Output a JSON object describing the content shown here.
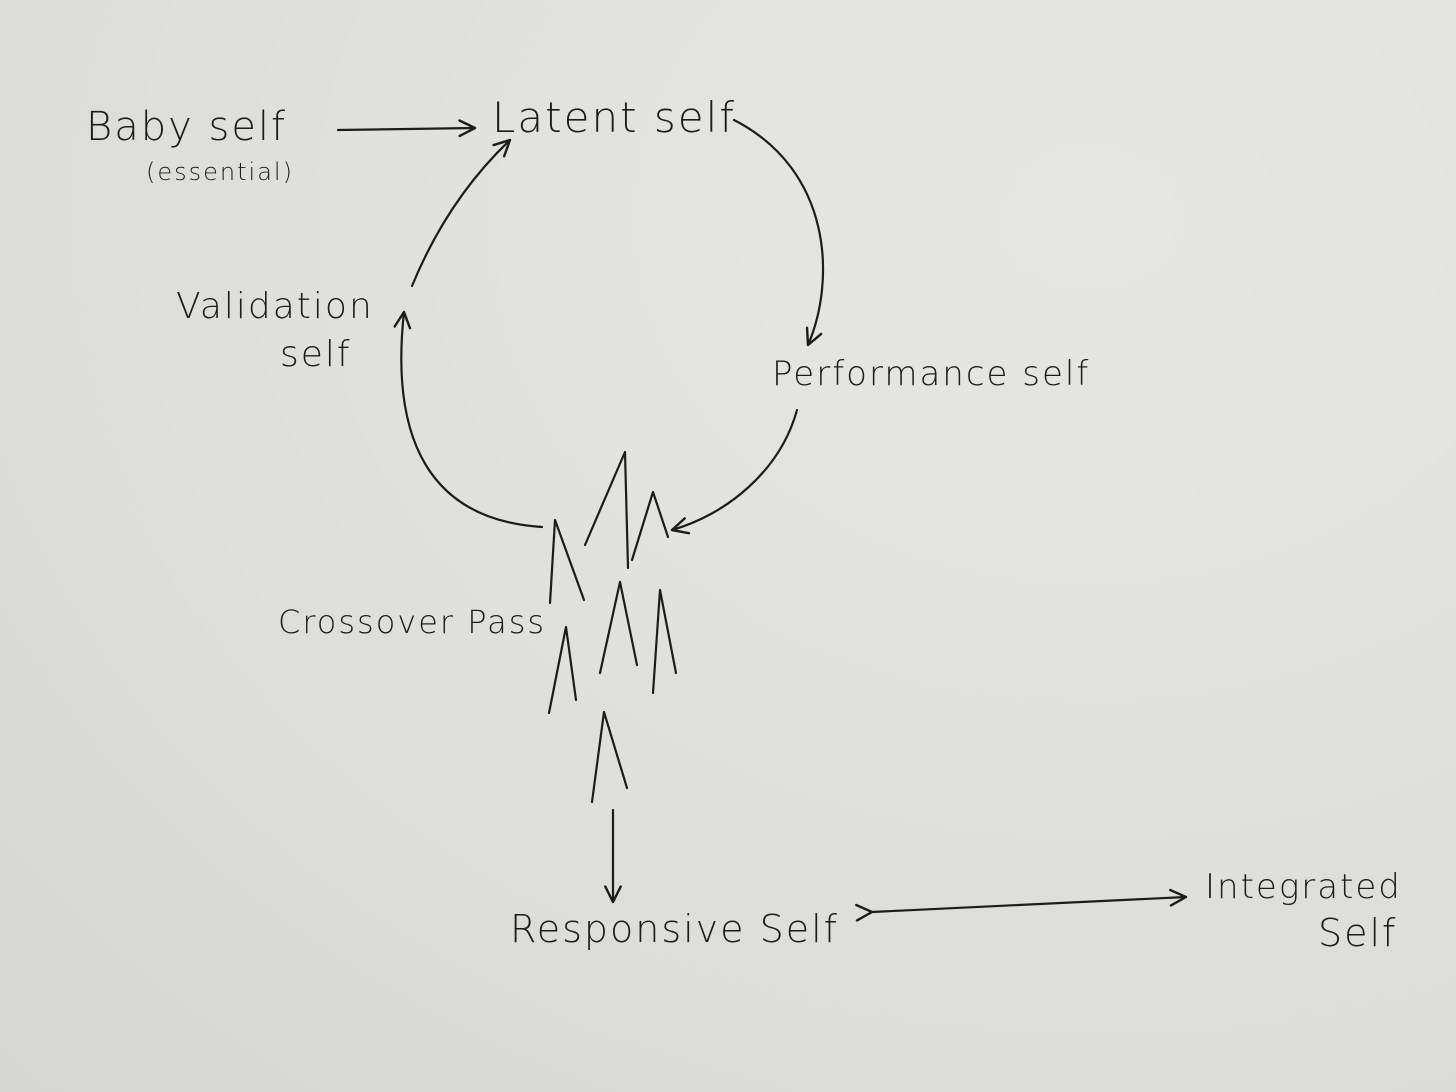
{
  "nodes": {
    "baby_self": "Baby self",
    "baby_self_note": "(essential)",
    "latent_self": "Latent self",
    "validation_self_line1": "Validation",
    "validation_self_line2": "self",
    "performance_self": "Performance self",
    "crossover_pass": "Crossover Pass",
    "responsive_self": "Responsive Self",
    "integrated_self_line1": "Integrated",
    "integrated_self_line2": "Self"
  },
  "edges": [
    {
      "from": "Baby self",
      "to": "Latent self"
    },
    {
      "from": "Latent self",
      "to": "Performance self"
    },
    {
      "from": "Performance self",
      "to": "Crossover Pass"
    },
    {
      "from": "Crossover Pass",
      "to": "Validation self"
    },
    {
      "from": "Validation self",
      "to": "Latent self"
    },
    {
      "from": "Crossover Pass",
      "to": "Responsive Self"
    },
    {
      "from": "Responsive Self",
      "to": "Integrated Self",
      "bidirectional": true
    }
  ],
  "colors": {
    "ink": "#1c1c1a",
    "paper": "#e2e2df"
  }
}
